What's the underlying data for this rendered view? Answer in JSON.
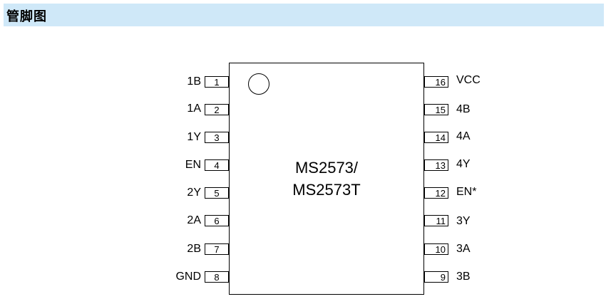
{
  "header": {
    "title": "管脚图"
  },
  "chip": {
    "line1": "MS2573/",
    "line2": "MS2573T"
  },
  "left_pins": [
    {
      "num": "1",
      "name": "1B"
    },
    {
      "num": "2",
      "name": "1A"
    },
    {
      "num": "3",
      "name": "1Y"
    },
    {
      "num": "4",
      "name": "EN"
    },
    {
      "num": "5",
      "name": "2Y"
    },
    {
      "num": "6",
      "name": "2A"
    },
    {
      "num": "7",
      "name": "2B"
    },
    {
      "num": "8",
      "name": "GND"
    }
  ],
  "right_pins": [
    {
      "num": "16",
      "name": "VCC"
    },
    {
      "num": "15",
      "name": "4B"
    },
    {
      "num": "14",
      "name": "4A"
    },
    {
      "num": "13",
      "name": "4Y"
    },
    {
      "num": "12",
      "name": "EN*"
    },
    {
      "num": "11",
      "name": "3Y"
    },
    {
      "num": "10",
      "name": "3A"
    },
    {
      "num": "9",
      "name": "3B"
    }
  ]
}
